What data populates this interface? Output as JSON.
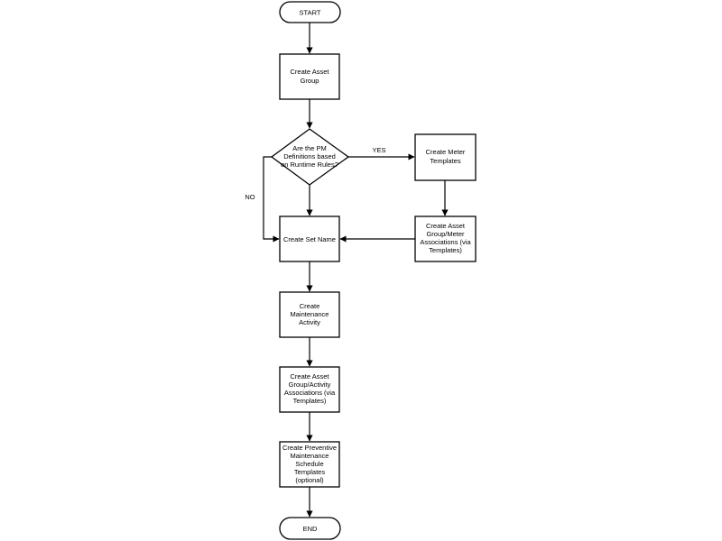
{
  "nodes": {
    "start": {
      "lines": [
        "START"
      ]
    },
    "asset_group": {
      "lines": [
        "Create Asset",
        "Group"
      ]
    },
    "decision": {
      "lines": [
        "Are the PM",
        "Definitions based",
        "on Runtime Rules?"
      ]
    },
    "meter_templates": {
      "lines": [
        "Create Meter",
        "Templates"
      ]
    },
    "meter_assoc": {
      "lines": [
        "Create Asset",
        "Group/Meter",
        "Associations (via",
        "Templates)"
      ]
    },
    "set_name": {
      "lines": [
        "Create Set Name"
      ]
    },
    "maintenance_activity": {
      "lines": [
        "Create",
        "Maintenance",
        "Activity"
      ]
    },
    "activity_assoc": {
      "lines": [
        "Create Asset",
        "Group/Activity",
        "Associations (via",
        "Templates)"
      ]
    },
    "pm_schedule": {
      "lines": [
        "Create Preventive",
        "Maintenance",
        "Schedule",
        "Templates",
        "(optional)"
      ]
    },
    "end": {
      "lines": [
        "END"
      ]
    }
  },
  "edges": {
    "yes_label": "YES",
    "no_label": "NO"
  }
}
